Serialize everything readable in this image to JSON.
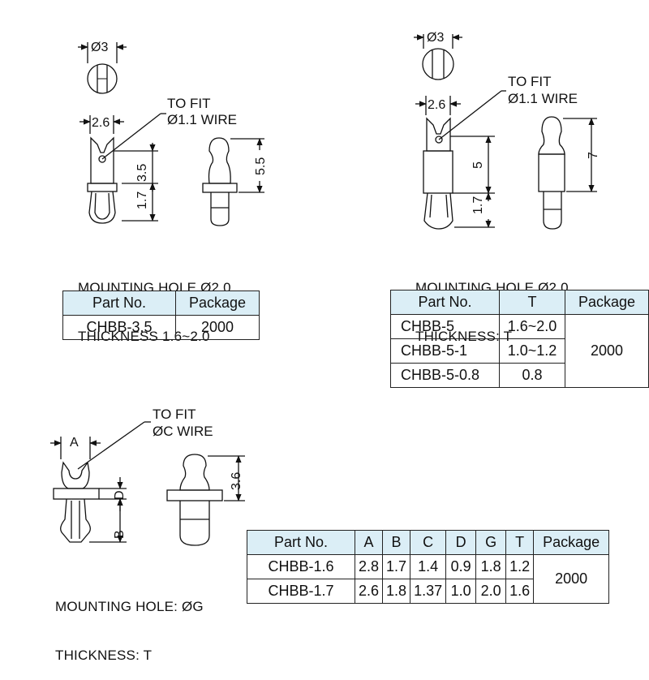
{
  "part1": {
    "dim_diameter": "Ø3",
    "dim_width": "2.6",
    "dim_h1": "3.5",
    "dim_h2": "1.7",
    "dim_side": "5.5",
    "fit_line1": "TO FIT",
    "fit_line2": "Ø1.1 WIRE",
    "mount_line1": "MOUNTING HOLE Ø2.0",
    "mount_line2": "THICKNESS 1.6~2.0",
    "table": {
      "headers": [
        "Part No.",
        "Package"
      ],
      "rows": [
        [
          "CHBB-3.5",
          "2000"
        ]
      ]
    }
  },
  "part2": {
    "dim_diameter": "Ø3",
    "dim_width": "2.6",
    "dim_h1": "5",
    "dim_h2": "1.7",
    "dim_side": "7",
    "fit_line1": "TO FIT",
    "fit_line2": "Ø1.1 WIRE",
    "mount_line1": "MOUNTING HOLE Ø2.0",
    "mount_line2": "THICKNESS: T",
    "table": {
      "headers": [
        "Part No.",
        "T",
        "Package"
      ],
      "rows": [
        [
          "CHBB-5",
          "1.6~2.0"
        ],
        [
          "CHBB-5-1",
          "1.0~1.2"
        ],
        [
          "CHBB-5-0.8",
          "0.8"
        ]
      ],
      "package": "2000"
    }
  },
  "part3": {
    "dim_a": "A",
    "dim_d": "D",
    "dim_b": "B",
    "dim_side": "3.6",
    "fit_line1": "TO FIT",
    "fit_line2": "ØC WIRE",
    "mount_line1": "MOUNTING HOLE: ØG",
    "mount_line2": "THICKNESS: T",
    "table": {
      "headers": [
        "Part No.",
        "A",
        "B",
        "C",
        "D",
        "G",
        "T",
        "Package"
      ],
      "rows": [
        [
          "CHBB-1.6",
          "2.8",
          "1.7",
          "1.4",
          "0.9",
          "1.8",
          "1.2"
        ],
        [
          "CHBB-1.7",
          "2.6",
          "1.8",
          "1.37",
          "1.0",
          "2.0",
          "1.6"
        ]
      ],
      "package": "2000"
    }
  }
}
